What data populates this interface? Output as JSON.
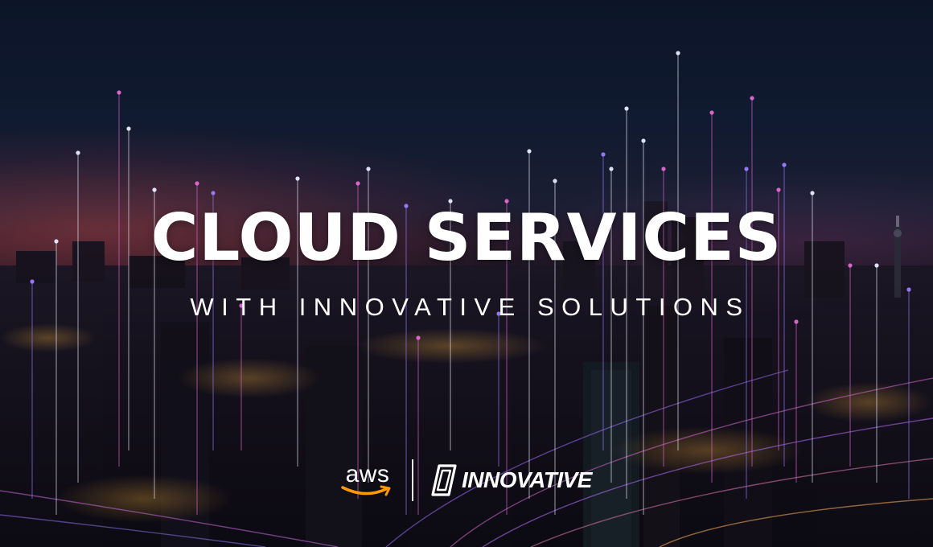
{
  "banner": {
    "title": "CLOUD SERVICES",
    "subtitle": "WITH INNOVATIVE SOLUTIONS"
  },
  "logos": {
    "aws_text": "aws",
    "partner_text": "INNOVATIVE"
  },
  "colors": {
    "text": "#ffffff",
    "sky_top": "#0c1528",
    "horizon_glow": "#be4646",
    "aws_smile": "#ff9900",
    "light_white": "#e8ecff",
    "light_pink": "#e06ad0",
    "light_violet": "#9a7cff"
  }
}
